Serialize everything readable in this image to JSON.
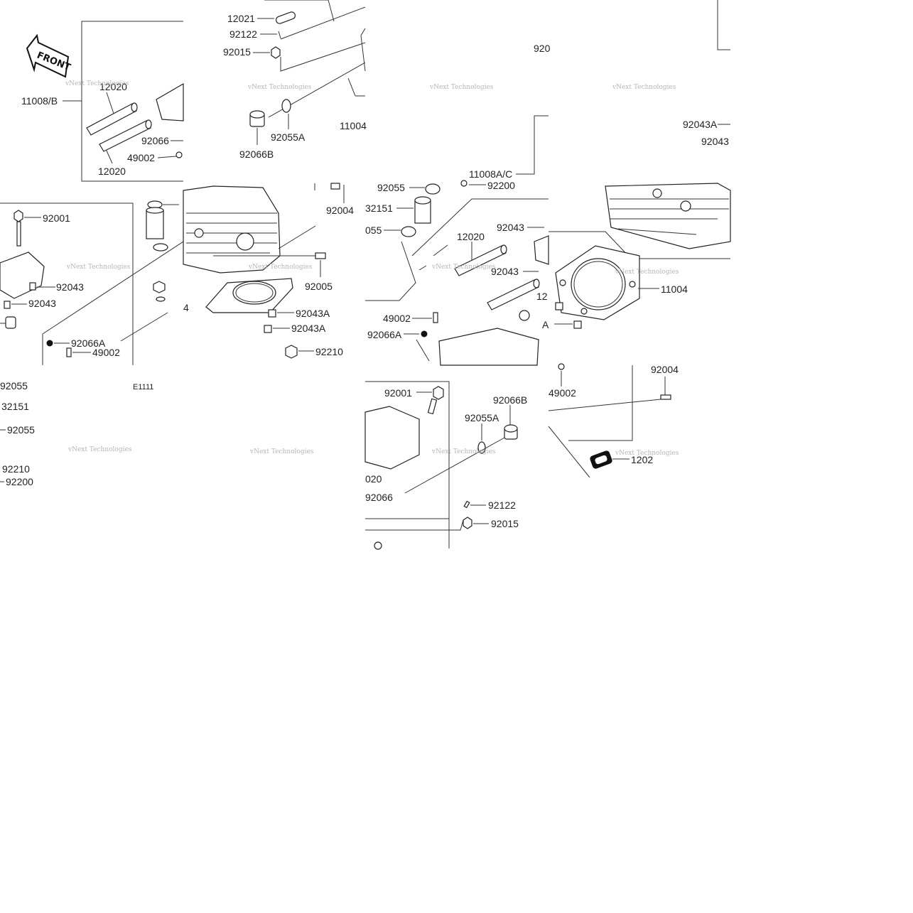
{
  "figure_code": "E1111",
  "front_label": "FRONT",
  "watermark": "vNext Technologies",
  "tiles": [
    {
      "id": "tile-1",
      "labels": [
        "11008/B",
        "12020",
        "12020",
        "92066",
        "49002"
      ]
    },
    {
      "id": "tile-2",
      "labels": [
        "12021",
        "92122",
        "92015",
        "92055A",
        "92066B",
        "11004"
      ]
    },
    {
      "id": "tile-3",
      "labels": [
        "920"
      ]
    },
    {
      "id": "tile-4",
      "labels": [
        "92043A",
        "92043"
      ]
    },
    {
      "id": "tile-5",
      "labels": [
        "92001",
        "92043",
        "92043",
        "92066A",
        "49002"
      ]
    },
    {
      "id": "tile-6",
      "labels": [
        "92004",
        "92005",
        "92043A",
        "92043A",
        "92210"
      ]
    },
    {
      "id": "tile-7",
      "labels": [
        "11008A/C",
        "92055",
        "92200",
        "32151",
        "055",
        "12020",
        "92043",
        "92043",
        "49002",
        "92066A"
      ]
    },
    {
      "id": "tile-8",
      "labels": [
        "11004",
        "A"
      ]
    },
    {
      "id": "tile-9",
      "labels": [
        "92055",
        "32151",
        "92055",
        "92210",
        "92200",
        "E1111"
      ]
    },
    {
      "id": "tile-10",
      "labels": [
        "92001",
        "92066B",
        "92055A",
        "020",
        "92066",
        "92122",
        "92015"
      ]
    },
    {
      "id": "tile-11",
      "labels": [
        "92004",
        "49002",
        "1202"
      ]
    }
  ],
  "callouts": {
    "t1_11008b": "11008/B",
    "t1_12020a": "12020",
    "t1_12020b": "12020",
    "t1_92066": "92066",
    "t1_49002": "49002",
    "t2_12021": "12021",
    "t2_92122": "92122",
    "t2_92015": "92015",
    "t2_92055a": "92055A",
    "t2_92066b": "92066B",
    "t2_11004": "11004",
    "t3_920": "920",
    "t4_92043a": "92043A",
    "t4_92043": "92043",
    "t5_92001": "92001",
    "t5_92043a": "92043",
    "t5_92043b": "92043",
    "t5_92066a": "92066A",
    "t5_49002": "49002",
    "t6_92004": "92004",
    "t6_92005": "92005",
    "t6_92043a1": "92043A",
    "t6_92043a2": "92043A",
    "t6_92210": "92210",
    "t7_11008ac": "11008A/C",
    "t7_92055": "92055",
    "t7_92200": "92200",
    "t7_32151": "32151",
    "t7_055": "055",
    "t7_12020": "12020",
    "t7_92043a": "92043",
    "t7_92043b": "92043",
    "t7_49002": "49002",
    "t7_92066a": "92066A",
    "t7_12": "12",
    "t8_11004": "11004",
    "t8_a": "A",
    "t9_92055a": "92055",
    "t9_32151": "32151",
    "t9_92055b": "92055",
    "t9_92210": "92210",
    "t9_92200": "92200",
    "t9_e1111": "E1111",
    "t10_92001": "92001",
    "t10_92066b": "92066B",
    "t10_92055a": "92055A",
    "t10_020": "020",
    "t10_92066": "92066",
    "t10_92122": "92122",
    "t10_92015": "92015",
    "t11_92004": "92004",
    "t11_49002": "49002",
    "t11_1202": "1202"
  }
}
